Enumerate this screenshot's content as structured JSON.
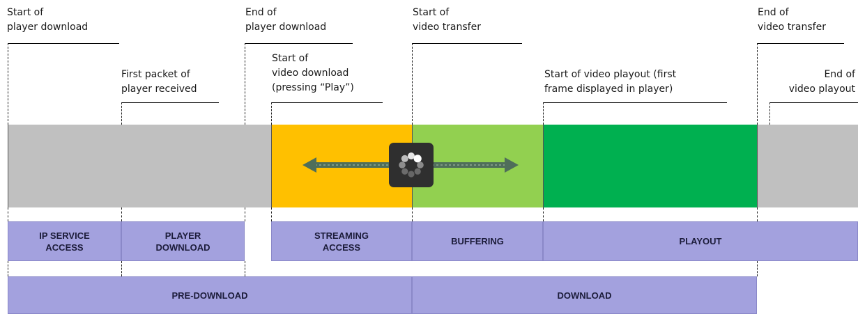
{
  "colors": {
    "gray": "#c0c0c0",
    "orange": "#ffc000",
    "light_green": "#92d050",
    "green": "#00b050",
    "phase_box": "#a3a1de",
    "arrow": "#4f6e5a"
  },
  "events": {
    "start_player_download": [
      "Start of",
      "player download"
    ],
    "first_packet": [
      "First packet of",
      "player received"
    ],
    "end_player_download": [
      "End of",
      "player download"
    ],
    "start_video_download": [
      "Start of",
      "video download",
      "(pressing “Play”)"
    ],
    "start_video_transfer": [
      "Start of",
      "video transfer"
    ],
    "start_video_playout": [
      "Start of video playout (first",
      "frame displayed in player)"
    ],
    "end_video_transfer": [
      "End of",
      "video transfer"
    ],
    "end_video_playout": [
      "End of",
      "video playout"
    ]
  },
  "phases": {
    "ip_service_access": [
      "IP SERVICE",
      "ACCESS"
    ],
    "player_download": [
      "PLAYER",
      "DOWNLOAD"
    ],
    "streaming_access": [
      "STREAMING",
      "ACCESS"
    ],
    "buffering": [
      "BUFFERING"
    ],
    "playout": [
      "PLAYOUT"
    ],
    "pre_download": [
      "PRE-DOWNLOAD"
    ],
    "download": [
      "DOWNLOAD"
    ]
  },
  "icons": {
    "loading": "loading-spinner-icon",
    "arrow": "double-headed-arrow-icon"
  }
}
